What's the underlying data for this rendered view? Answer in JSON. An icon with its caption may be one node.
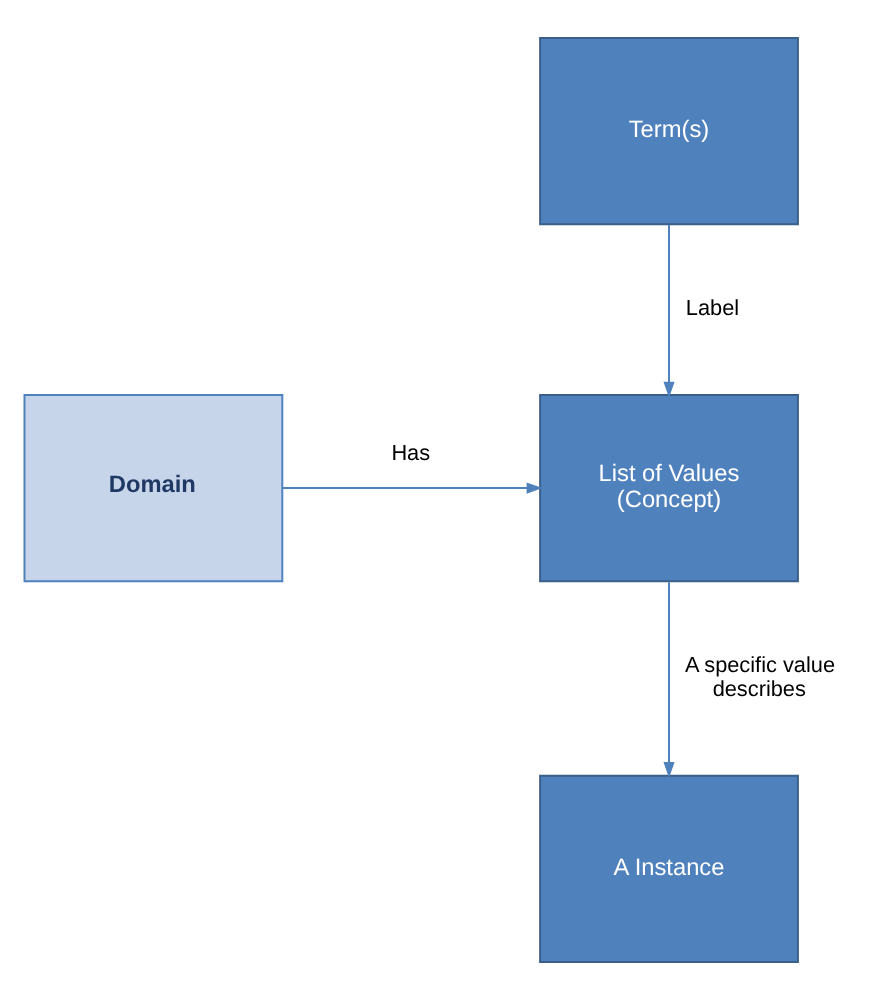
{
  "diagram": {
    "nodes": [
      {
        "text": [
          "Term(s)"
        ]
      },
      {
        "text": [
          "Domain"
        ]
      },
      {
        "text": [
          "List of Values (Concept)"
        ]
      },
      {
        "text": [
          "A Instance"
        ]
      }
    ],
    "edges": [
      {
        "from": 0,
        "to": 2,
        "arrow": "to",
        "label": "Label"
      },
      {
        "from": 1,
        "to": 2,
        "arrow": "to",
        "label": "Has"
      },
      {
        "from": 2,
        "to": 3,
        "arrow": "to",
        "label": "A specific value describes"
      }
    ]
  }
}
